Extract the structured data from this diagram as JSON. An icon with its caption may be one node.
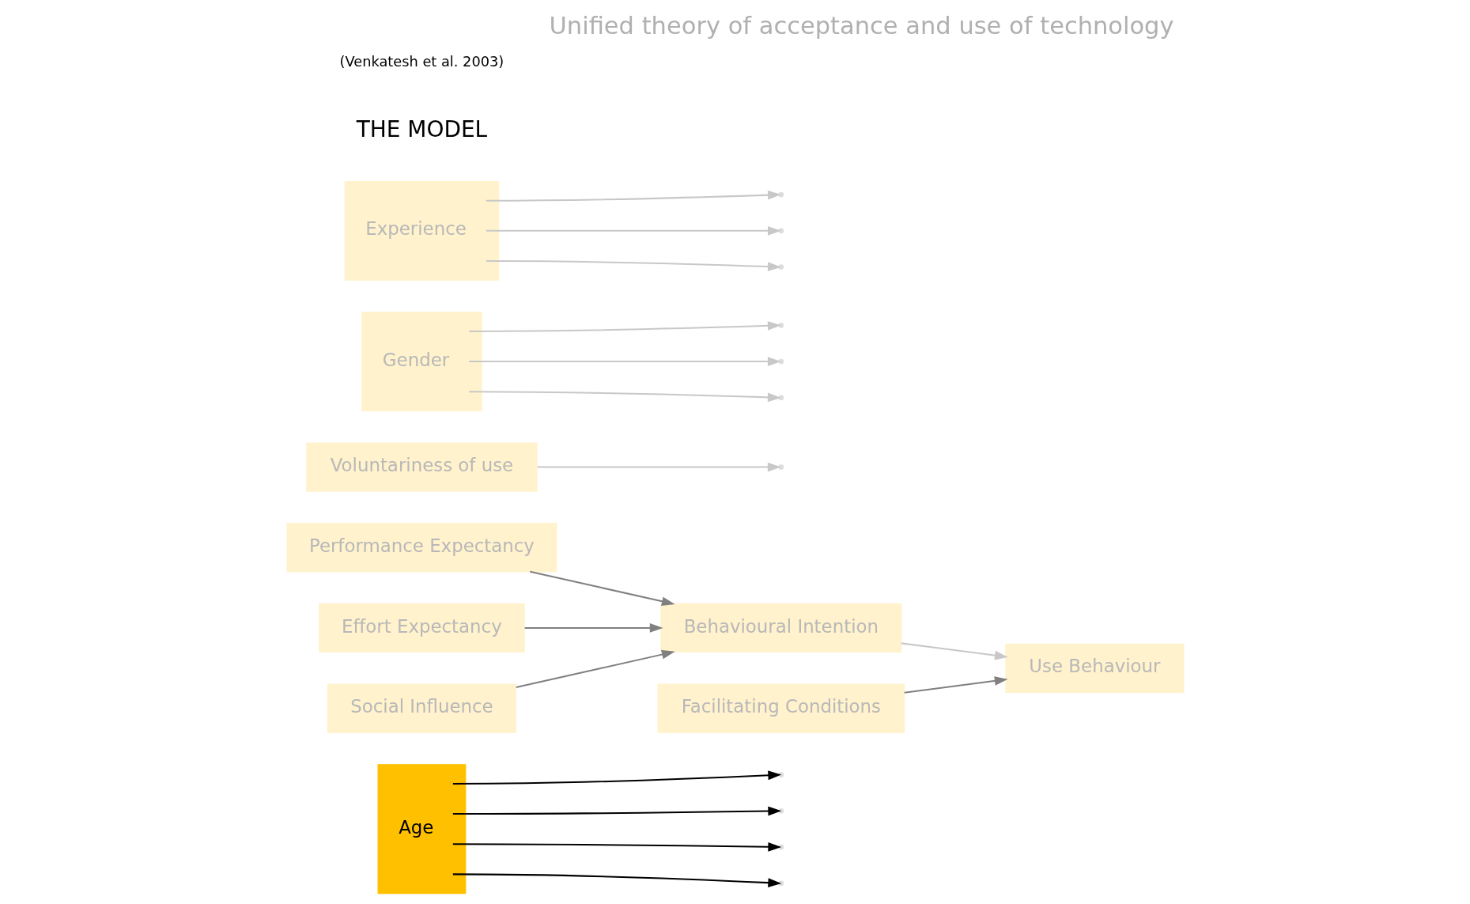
{
  "diagram": {
    "title": "Unified theory of acceptance and use of technology",
    "nodes": [
      {
        "text": [
          "Age"
        ]
      },
      {
        "text": [
          "Performance Expectancy"
        ]
      },
      {
        "text": [
          "Effort Expectancy"
        ]
      },
      {
        "text": [
          "Social Influence"
        ]
      },
      {
        "text": [
          "Facilitating Conditions"
        ]
      },
      {
        "text": [
          "Behavioural Intention"
        ]
      },
      {
        "text": [
          "Use Behaviour"
        ]
      },
      {
        "text": [
          "Voluntariness of use"
        ]
      },
      {
        "text": [
          "Gender"
        ]
      },
      {
        "text": [
          "Experience"
        ]
      }
    ],
    "edges": [
      {
        "from": 1,
        "to": 5,
        "arrow": "to",
        "color": "#808080"
      },
      {
        "from": 2,
        "to": 5,
        "arrow": "to",
        "color": "#808080"
      },
      {
        "from": 3,
        "to": 5,
        "arrow": "to",
        "color": "#808080"
      },
      {
        "from": 4,
        "to": 6,
        "arrow": "to",
        "color": "#808080"
      },
      {
        "from": 5,
        "to": 6,
        "arrow": "to"
      },
      {
        "from": 0,
        "to": null,
        "arrow": "to",
        "color": "#000000"
      },
      {
        "from": 0,
        "to": null,
        "arrow": "to",
        "color": "#000000"
      },
      {
        "from": 0,
        "to": null,
        "arrow": "to",
        "color": "#000000"
      },
      {
        "from": 0,
        "to": null,
        "arrow": "to",
        "color": "#000000"
      },
      {
        "from": 8,
        "to": null,
        "arrow": "to"
      },
      {
        "from": 8,
        "to": null,
        "arrow": "to"
      },
      {
        "from": 8,
        "to": null,
        "arrow": "to"
      },
      {
        "from": 9,
        "to": null,
        "arrow": "to"
      },
      {
        "from": 9,
        "to": null,
        "arrow": "to"
      },
      {
        "from": 9,
        "to": null,
        "arrow": "to"
      },
      {
        "from": 7,
        "to": null,
        "arrow": "to"
      }
    ],
    "labels": [
      "THE MODEL",
      "(Venkatesh et al. 2003)"
    ]
  }
}
